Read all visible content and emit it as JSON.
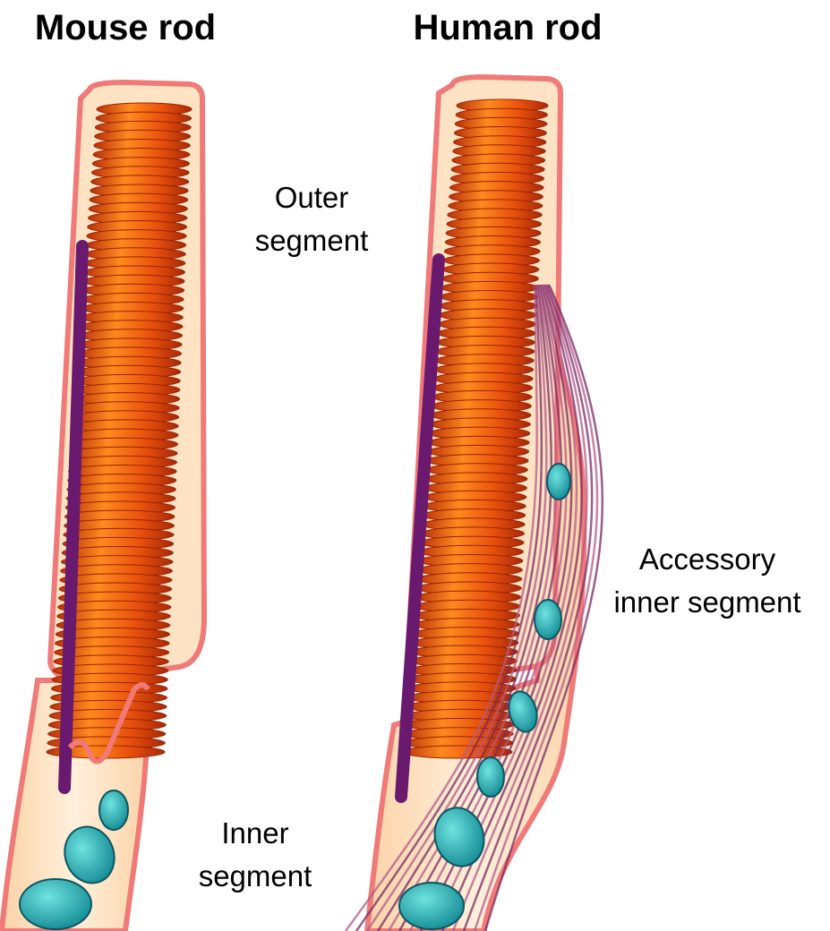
{
  "titles": {
    "left": "Mouse rod",
    "right": "Human rod"
  },
  "labels": {
    "outer_segment": [
      "Outer",
      "segment"
    ],
    "inner_segment": [
      "Inner",
      "segment"
    ],
    "accessory_inner_segment": [
      "Accessory",
      "inner segment"
    ]
  },
  "colors": {
    "membrane": "#f07a78",
    "cytoplasm": "#fde3c4",
    "disc_stack": "#e8500c",
    "disc_highlight": "#ff9a2a",
    "cilium": "#6a1a6e",
    "calyceal_processes": "#7a2a66",
    "mitochondria": "#25b8b8",
    "mitochondria_stripes": "#d98b2a"
  }
}
